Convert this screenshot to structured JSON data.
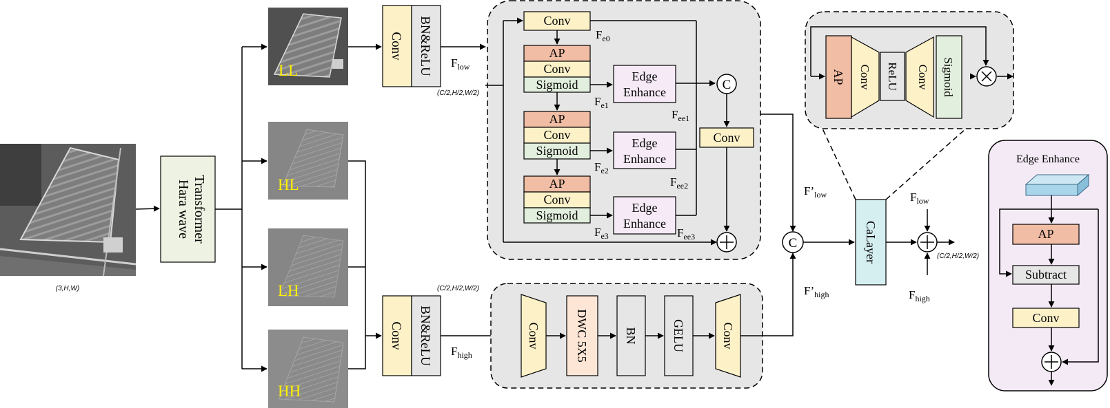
{
  "colors": {
    "conv": "#fdf1c8",
    "bn": "#e6e6e6",
    "ap": "#f1bda4",
    "sigmoid": "#e3efde",
    "edge": "#f5eaf6",
    "calayer": "#d5eef0",
    "hara": "#eef2e2",
    "panel": "#e6e6e6",
    "edge_panel": "#f4eaf6",
    "slab": "#a9d5ea",
    "label_yellow": "#fff000",
    "stroke": "#000000"
  },
  "input": {
    "dims": "(3,H,W)"
  },
  "transformer": {
    "line1": "Hara wave",
    "line2": "Transformer"
  },
  "subbands": {
    "ll": "LL",
    "hl": "HL",
    "lh": "LH",
    "hh": "HH"
  },
  "low_branch": {
    "conv": "Conv",
    "bnrelu": "BN&ReLU",
    "f_low_main": "F",
    "f_low_sub": "low",
    "dims": "(C/2,H/2,W/2)"
  },
  "edge_module": {
    "conv_top": "Conv",
    "fe0_main": "F",
    "fe0_sub": "e0",
    "stacks": [
      {
        "ap": "AP",
        "conv": "Conv",
        "sigmoid": "Sigmoid",
        "fe_main": "F",
        "fe_sub": "e1",
        "fee_main": "F",
        "fee_sub": "ee1"
      },
      {
        "ap": "AP",
        "conv": "Conv",
        "sigmoid": "Sigmoid",
        "fe_main": "F",
        "fe_sub": "e2",
        "fee_main": "F",
        "fee_sub": "ee2"
      },
      {
        "ap": "AP",
        "conv": "Conv",
        "sigmoid": "Sigmoid",
        "fe_main": "F",
        "fe_sub": "e3",
        "fee_main": "F",
        "fee_sub": "ee3"
      }
    ],
    "edge_line1": "Edge",
    "edge_line2": "Enhance",
    "concat_symbol": "C",
    "conv_right": "Conv"
  },
  "high_branch": {
    "conv": "Conv",
    "bnrelu": "BN&ReLU",
    "f_high_main": "F",
    "f_high_sub": "high",
    "dims": "(C/2,H/2,W/2)",
    "blocks": [
      "Conv",
      "DWC 5X5",
      "BN",
      "GELU",
      "Conv"
    ]
  },
  "fusion": {
    "f_low_prime_main": "F’",
    "f_low_prime_sub": "low",
    "f_high_prime_main": "F’",
    "f_high_prime_sub": "high",
    "concat_symbol": "C",
    "calayer": "CaLayer",
    "f_low_main": "F",
    "f_low_sub": "low",
    "f_high_main": "F",
    "f_high_sub": "high",
    "out_dims": "(C/2,H/2,W/2)"
  },
  "calayer_detail": {
    "blocks": [
      "AP",
      "Conv",
      "ReLU",
      "Conv",
      "Sigmoid"
    ]
  },
  "edge_enhance_detail": {
    "title": "Edge Enhance",
    "ap": "AP",
    "subtract": "Subtract",
    "conv": "Conv"
  }
}
